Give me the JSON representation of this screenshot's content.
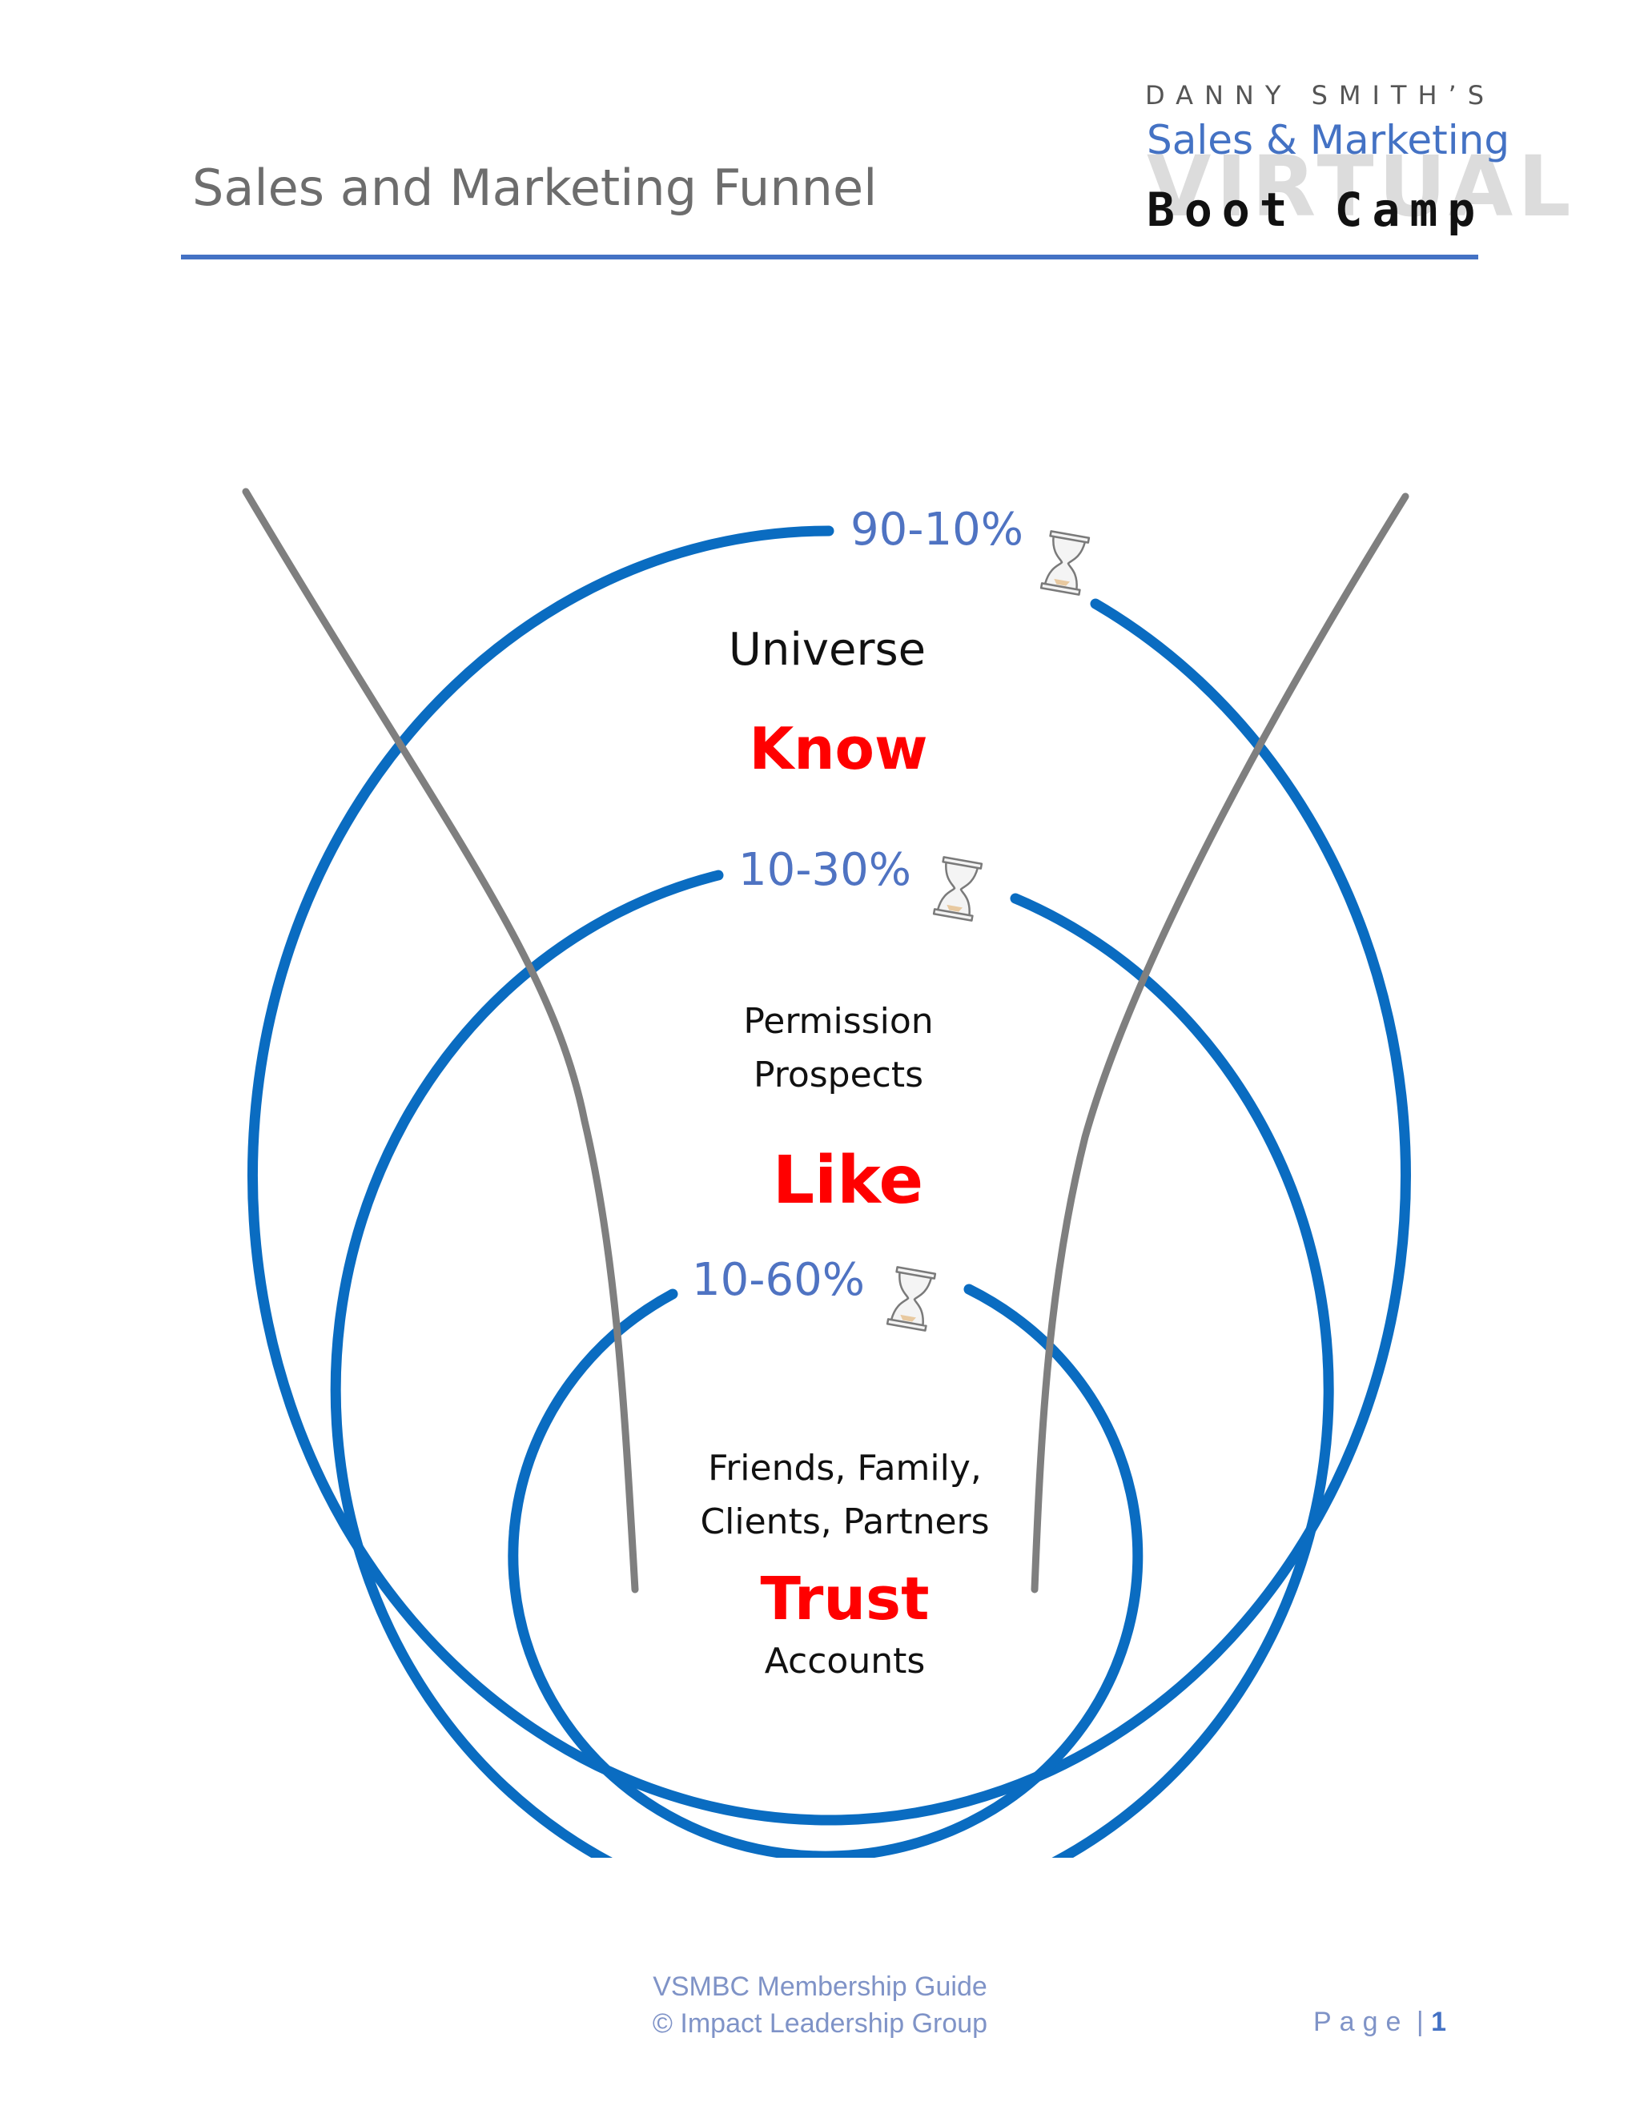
{
  "header": {
    "title": "Sales and Marketing Funnel",
    "logo": {
      "byline": "DANNY SMITH’S",
      "brand": "Sales & Marketing",
      "watermark": "VIRTUAL",
      "product": "Boot Camp"
    }
  },
  "funnel": {
    "rings": [
      {
        "rate": "90-10%",
        "stage": "Universe",
        "level": "Know"
      },
      {
        "rate": "10-30%",
        "stage_line1": "Permission",
        "stage_line2": "Prospects",
        "level": "Like"
      },
      {
        "rate": "10-60%",
        "stage_line1": "Friends, Family,",
        "stage_line2": "Clients, Partners",
        "level": "Trust",
        "sublevel": "Accounts"
      }
    ],
    "icons": [
      "hourglass-icon",
      "hourglass-icon",
      "hourglass-icon"
    ],
    "colors": {
      "ring": "#0a6cc1",
      "funnel_line": "#7f7f7f",
      "rate_text": "#4f73c2",
      "level_text": "#ff0000",
      "body_text": "#111111"
    }
  },
  "footer": {
    "guide": "VSMBC Membership Guide",
    "copyright": "© Impact Leadership Group",
    "page_word": "Page",
    "page_sep": "|",
    "page_number": "1"
  }
}
